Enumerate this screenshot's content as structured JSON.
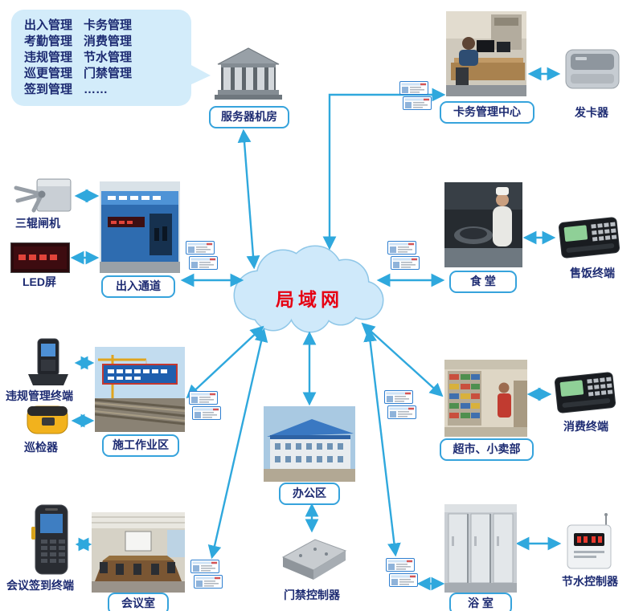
{
  "colors": {
    "arrow": "#2fa8dd",
    "label_text": "#1d2b72",
    "label_border": "#36a3dc",
    "cloud_fill": "#cfe9fa",
    "cloud_text": "#e60012",
    "bubble_fill": "#d3ecfa"
  },
  "bubble": {
    "left": [
      "出入管理",
      "考勤管理",
      "违规管理",
      "巡更管理",
      "签到管理"
    ],
    "right": [
      "卡务管理",
      "消费管理",
      "节水管理",
      "门禁管理",
      "……"
    ]
  },
  "cloud": {
    "label": "局域网"
  },
  "nodes": {
    "server_room": {
      "label": "服务器机房"
    },
    "card_center": {
      "label": "卡务管理中心"
    },
    "card_issuer": {
      "label": "发卡器"
    },
    "turnstile": {
      "label": "三辊闸机"
    },
    "led_screen": {
      "label": "LED屏"
    },
    "entrance": {
      "label": "出入通道"
    },
    "canteen": {
      "label": "食 堂"
    },
    "meal_terminal": {
      "label": "售饭终端"
    },
    "violation_terminal": {
      "label": "违规管理终端"
    },
    "patrol_device": {
      "label": "巡检器"
    },
    "work_area": {
      "label": "施工作业区"
    },
    "supermarket": {
      "label": "超市、小卖部"
    },
    "consume_terminal": {
      "label": "消费终端"
    },
    "office_area": {
      "label": "办公区"
    },
    "access_controller": {
      "label": "门禁控制器"
    },
    "meeting_terminal": {
      "label": "会议签到终端"
    },
    "meeting_room": {
      "label": "会议室"
    },
    "bathroom": {
      "label": "浴 室"
    },
    "water_controller": {
      "label": "节水控制器"
    }
  },
  "icons": {
    "id_card": "id-card-icon",
    "server_building": "server-building-icon",
    "lan_cloud": "lan-cloud"
  }
}
